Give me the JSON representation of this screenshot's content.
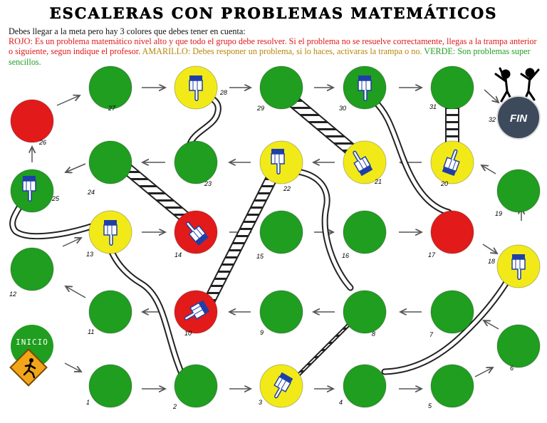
{
  "title": "ESCALERAS CON PROBLEMAS MATEMÁTICOS",
  "intro": {
    "line1": "Debes llegar a la meta pero hay 3 colores que debes tener en cuenta:",
    "rojo": "ROJO: Es un problema matemático nivel alto y que todo el grupo debe resolver. Si el problema no se resuelve correctamente, llegas a la trampa anterior o siguiente, segun indique el profesor.",
    "amarillo": "AMARILLO: Debes responer un problema, si lo haces, activaras la trampa o no.",
    "verde": "VERDE: Son problemas super sencillos."
  },
  "start_label": "INICIO",
  "finish_label": "FIN",
  "colors": {
    "green": "#1f9e1f",
    "yellow": "#f2ea18",
    "red": "#e21a1a",
    "fin": "#3d4a5c"
  },
  "cells": [
    {
      "n": "1",
      "color": "green"
    },
    {
      "n": "2",
      "color": "green"
    },
    {
      "n": "3",
      "color": "yellow"
    },
    {
      "n": "4",
      "color": "green"
    },
    {
      "n": "5",
      "color": "green"
    },
    {
      "n": "6",
      "color": "green"
    },
    {
      "n": "7",
      "color": "green"
    },
    {
      "n": "8",
      "color": "green"
    },
    {
      "n": "9",
      "color": "green"
    },
    {
      "n": "10",
      "color": "red"
    },
    {
      "n": "11",
      "color": "green"
    },
    {
      "n": "12",
      "color": "green"
    },
    {
      "n": "13",
      "color": "yellow"
    },
    {
      "n": "14",
      "color": "red"
    },
    {
      "n": "15",
      "color": "green"
    },
    {
      "n": "16",
      "color": "green"
    },
    {
      "n": "17",
      "color": "red"
    },
    {
      "n": "18",
      "color": "yellow"
    },
    {
      "n": "19",
      "color": "green"
    },
    {
      "n": "20",
      "color": "yellow"
    },
    {
      "n": "21",
      "color": "yellow"
    },
    {
      "n": "22",
      "color": "yellow"
    },
    {
      "n": "23",
      "color": "green"
    },
    {
      "n": "24",
      "color": "green"
    },
    {
      "n": "25",
      "color": "green"
    },
    {
      "n": "26",
      "color": "red"
    },
    {
      "n": "27",
      "color": "green"
    },
    {
      "n": "28",
      "color": "yellow"
    },
    {
      "n": "29",
      "color": "green"
    },
    {
      "n": "30",
      "color": "green"
    },
    {
      "n": "31",
      "color": "green"
    },
    {
      "n": "32",
      "color": "fin"
    }
  ]
}
